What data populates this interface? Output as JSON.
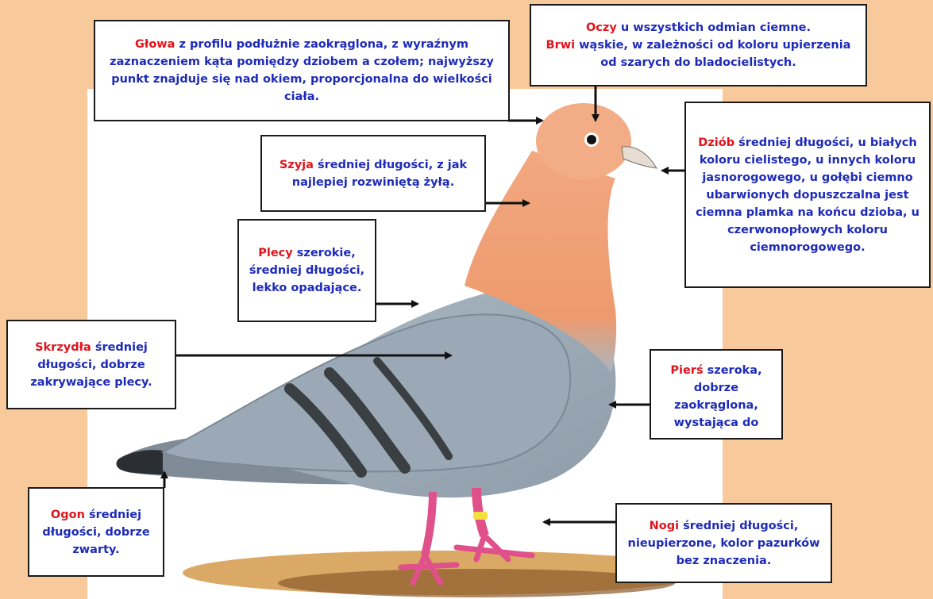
{
  "colors": {
    "background": "#f8c99a",
    "panel": "#ffffff",
    "keyword": "#e0141c",
    "text": "#1e2bb8",
    "pigeon_head": "#f0a37a",
    "pigeon_body": "#9fb0bd",
    "wing_bars": "#3a3f44"
  },
  "labels": {
    "glowa": {
      "key": "Głowa",
      "text": " z profilu podłużnie zaokrąglona, z wyraźnym zaznaczeniem kąta pomiędzy dziobem a czołem; najwyższy punkt znajduje się nad okiem, proporcjonalna do wielkości ciała."
    },
    "oczy": {
      "key": "Oczy",
      "text": " u wszystkich odmian ciemne.",
      "key2": "Brwi",
      "text2": " wąskie, w zależności od koloru upierzenia od szarych do bladocielistych."
    },
    "dziob": {
      "key": "Dziób",
      "text": " średniej długości, u białych koloru cielistego, u innych koloru jasnorogowego, u gołębi ciemno ubarwionych dopuszczalna jest ciemna plamka na końcu dzioba, u czerwonopłowych koloru ciemnorogowego."
    },
    "szyja": {
      "key": "Szyja",
      "text": " średniej długości, z jak najlepiej rozwiniętą żyłą."
    },
    "plecy": {
      "key": "Plecy",
      "text": " szerokie, średniej długości, lekko opadające."
    },
    "skrzydla": {
      "key": "Skrzydła",
      "text": " średniej długości, dobrze zakrywające plecy."
    },
    "piers": {
      "key": "Pierś",
      "text": " szeroka, dobrze zaokrąglona, wystająca do"
    },
    "ogon": {
      "key": "Ogon",
      "text": " średniej długości, dobrze zwarty."
    },
    "nogi": {
      "key": "Nogi",
      "text": " średniej długości, nieupierzone, kolor pazurków bez znaczenia."
    }
  }
}
